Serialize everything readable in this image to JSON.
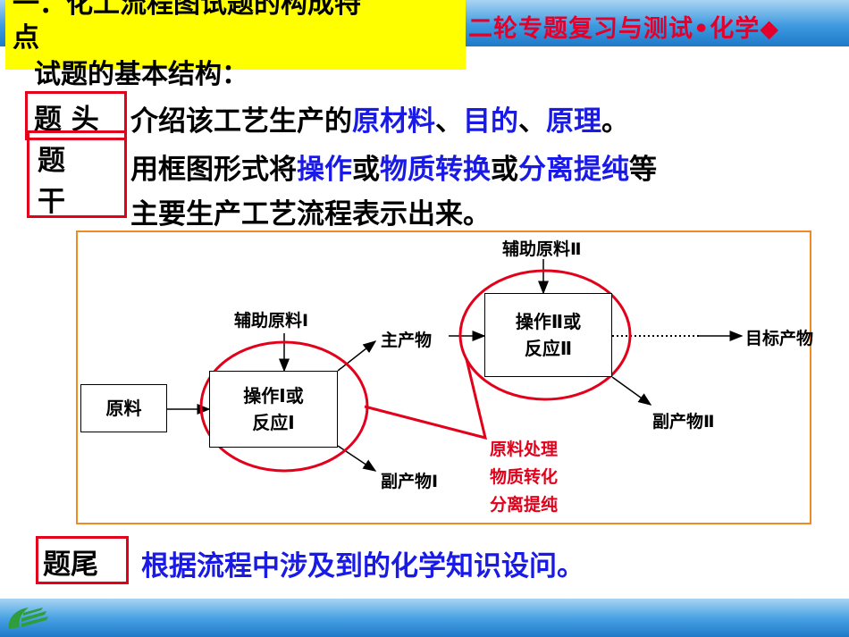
{
  "header": {
    "right_title": "二轮专题复习与测试•化学◆",
    "title_line1": "一．化工流程图试题的构成特",
    "title_line2": "点"
  },
  "subtitle": "试题的基本结构：",
  "head_section": {
    "label": "题 头",
    "text_prefix": "介绍该工艺生产的",
    "highlight1": "原材料",
    "sep1": "、",
    "highlight2": "目的",
    "sep2": "、",
    "highlight3": "原理",
    "end": "。"
  },
  "stem_section": {
    "label_char1": "题",
    "label_char2": "干",
    "line1_prefix": "用框图形式将",
    "line1_h1": "操作",
    "line1_or1": "或",
    "line1_h2": "物质转换",
    "line1_or2": "或",
    "line1_h3": "分离提纯",
    "line1_end": "等",
    "line2": "主要生产工艺流程表示出来。"
  },
  "diagram": {
    "raw_material": "原料",
    "op1_line1": "操作Ⅰ或",
    "op1_line2": "反应Ⅰ",
    "op2_line1": "操作Ⅱ或",
    "op2_line2": "反应Ⅱ",
    "aux1": "辅助原料Ⅰ",
    "aux2": "辅助原料Ⅱ",
    "main_product": "主产物",
    "by_product1": "副产物Ⅰ",
    "by_product2": "副产物Ⅱ",
    "target_product": "目标产物",
    "note_line1": "原料处理",
    "note_line2": "物质转化",
    "note_line3": "分离提纯",
    "accent_red": "#e3001b",
    "border_orange": "#f08a24"
  },
  "tail_section": {
    "label": "题尾",
    "text": "根据流程中涉及到的化学知识设问。"
  },
  "colors": {
    "highlight_blue": "#1a1ae6",
    "title_bg": "#ffff00",
    "bar_blue": "#3e9ae0"
  }
}
